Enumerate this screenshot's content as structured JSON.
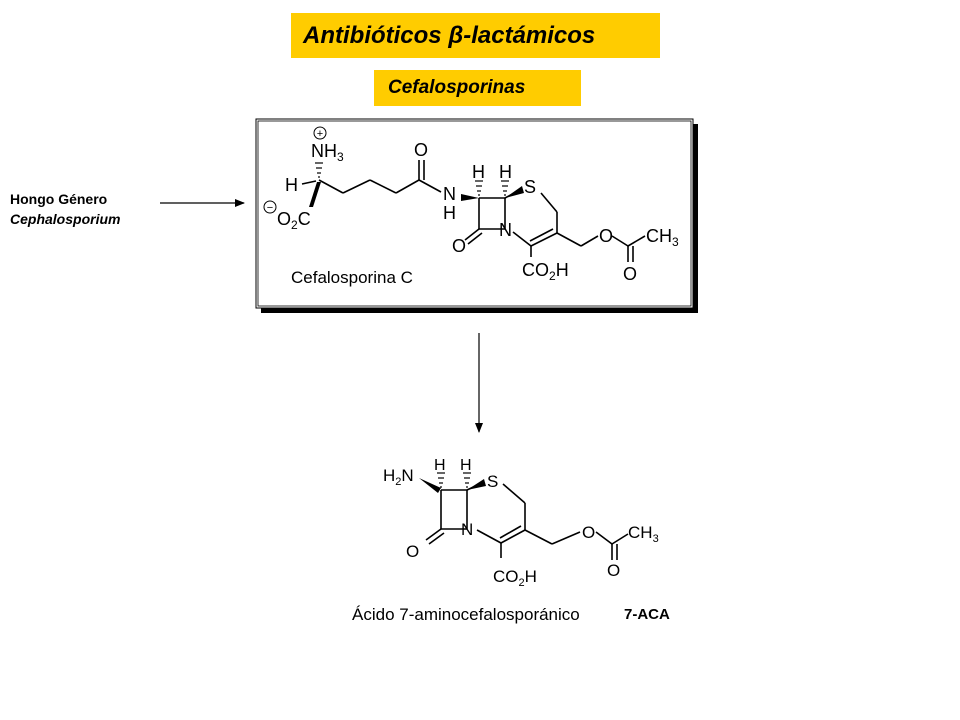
{
  "title": "Antibióticos β-lactámicos",
  "subtitle": "Cefalosporinas",
  "source": {
    "line1": "Hongo Género",
    "line2": "Cephalosporium"
  },
  "compound1": {
    "name": "Cefalosporina C",
    "atoms": {
      "nh3": "NH",
      "nh3_sub": "3",
      "plus": "+",
      "h_alpha": "H",
      "minus": "−",
      "carboxylate": "O",
      "carboxylate_sub": "2",
      "carboxylate_end": "C",
      "ketone_o": "O",
      "amide_n": "N",
      "amide_h": "H",
      "h7": "H",
      "h6": "H",
      "s": "S",
      "ring_n": "N",
      "lactam_o": "O",
      "co2h": "CO",
      "co2h_sub": "2",
      "co2h_end": "H",
      "ester_o": "O",
      "ch3": "CH",
      "ch3_sub": "3",
      "ester_co": "O"
    }
  },
  "compound2": {
    "name": "Ácido 7-aminocefalosporánico",
    "abbreviation": "7-ACA",
    "atoms": {
      "h2n": "H",
      "h2n_sub": "2",
      "h2n_end": "N",
      "h7": "H",
      "h6": "H",
      "s": "S",
      "ring_n": "N",
      "lactam_o": "O",
      "co2h": "CO",
      "co2h_sub": "2",
      "co2h_end": "H",
      "ester_o": "O",
      "ch3": "CH",
      "ch3_sub": "3",
      "ester_co": "O"
    }
  }
}
